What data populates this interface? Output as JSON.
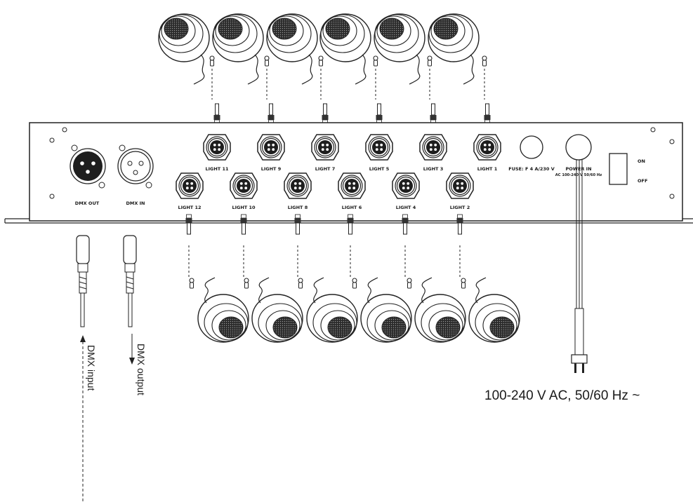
{
  "panel": {
    "dmx_out_label": "DMX OUT",
    "dmx_in_label": "DMX IN",
    "fuse_label": "FUSE: F 4 A/230 V",
    "power_in_label": "POWER IN",
    "power_rating_label": "AC 100-240 V 50/60 Hz",
    "switch_on_label": "ON",
    "switch_off_label": "OFF"
  },
  "ports_top": [
    "LIGHT 11",
    "LIGHT 9",
    "LIGHT 7",
    "LIGHT 5",
    "LIGHT 3",
    "LIGHT 1"
  ],
  "ports_bottom": [
    "LIGHT 12",
    "LIGHT 10",
    "LIGHT 8",
    "LIGHT 6",
    "LIGHT 4",
    "LIGHT 2"
  ],
  "cables": {
    "dmx_input_label": "DMX input",
    "dmx_output_label": "DMX output",
    "mains_label": "100-240 V AC, 50/60 Hz ~"
  },
  "icons": {
    "light": "lamp-icon",
    "port": "4-pin-socket-icon",
    "xlr_male": "xlr-male-icon",
    "xlr_female": "xlr-female-icon",
    "power_switch": "rocker-switch-icon",
    "mains_plug": "mains-plug-icon"
  }
}
